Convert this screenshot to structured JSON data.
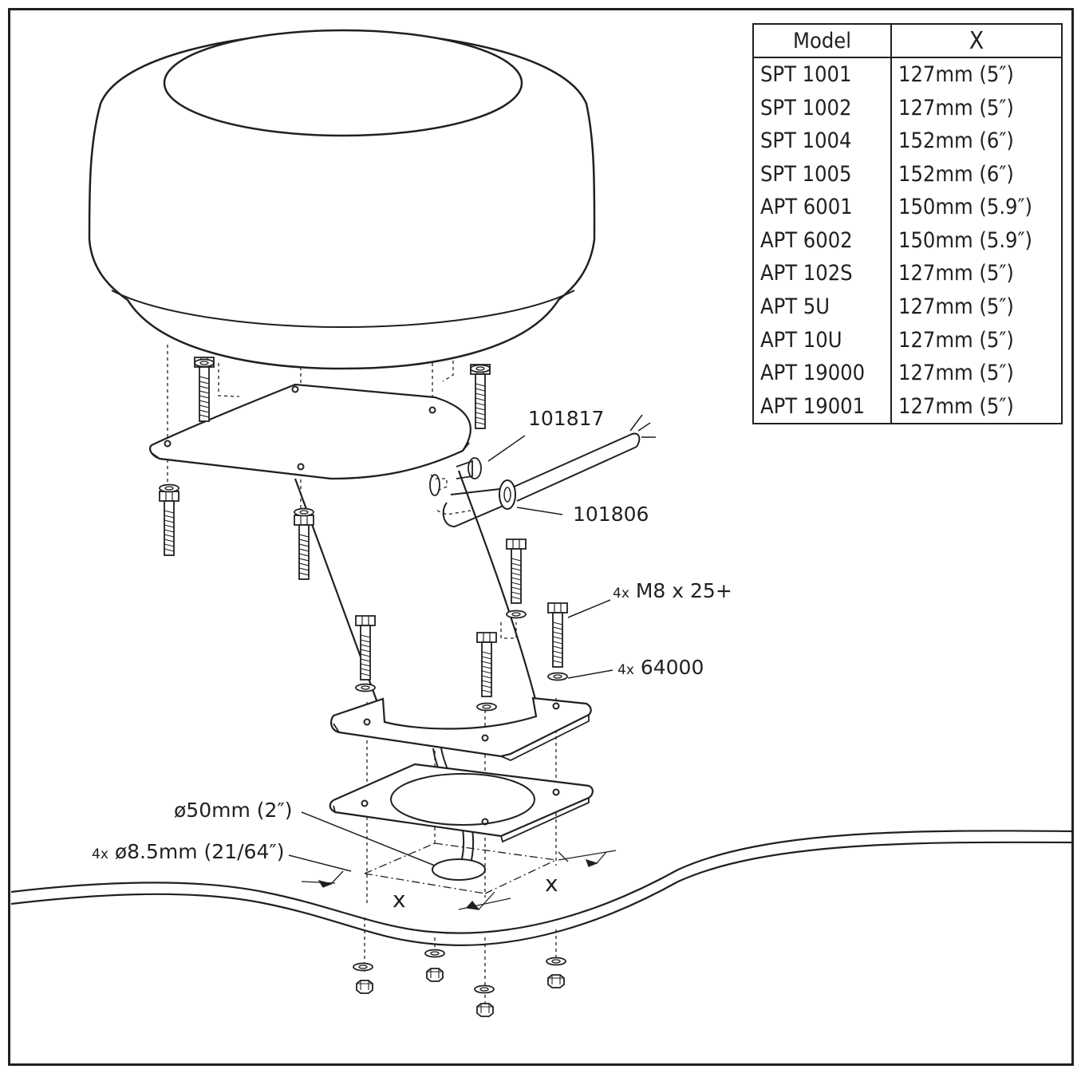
{
  "table": {
    "headers": [
      "Model",
      "X"
    ],
    "rows": [
      {
        "model": "SPT 1001",
        "x": "127mm (5″)"
      },
      {
        "model": "SPT 1002",
        "x": "127mm (5″)"
      },
      {
        "model": "SPT 1004",
        "x": "152mm (6″)"
      },
      {
        "model": "SPT 1005",
        "x": "152mm (6″)"
      },
      {
        "model": "APT 6001",
        "x": "150mm (5.9″)"
      },
      {
        "model": "APT 6002",
        "x": "150mm (5.9″)"
      },
      {
        "model": "APT 102S",
        "x": "127mm (5″)"
      },
      {
        "model": "APT 5U",
        "x": "127mm (5″)"
      },
      {
        "model": "APT 10U",
        "x": "127mm (5″)"
      },
      {
        "model": "APT 19000",
        "x": "127mm (5″)"
      },
      {
        "model": "APT 19001",
        "x": "127mm (5″)"
      }
    ]
  },
  "callouts": {
    "part_101817": "101817",
    "part_101806": "101806",
    "bolt_qty": "4x",
    "bolt_spec": "M8 x 25+",
    "washer_qty": "4x",
    "washer_part": "64000",
    "hole_dia": "ø50mm (2″)",
    "screw_hole_qty": "4x",
    "screw_hole_dia": "ø8.5mm (21/64″)",
    "dim_x_left": "x",
    "dim_x_right": "x"
  },
  "icons": [
    "radome",
    "mounting-pedestal",
    "cable-gland",
    "grommet",
    "hex-bolt",
    "flat-washer",
    "hex-nut",
    "base-plate",
    "gasket",
    "mounting-surface"
  ]
}
